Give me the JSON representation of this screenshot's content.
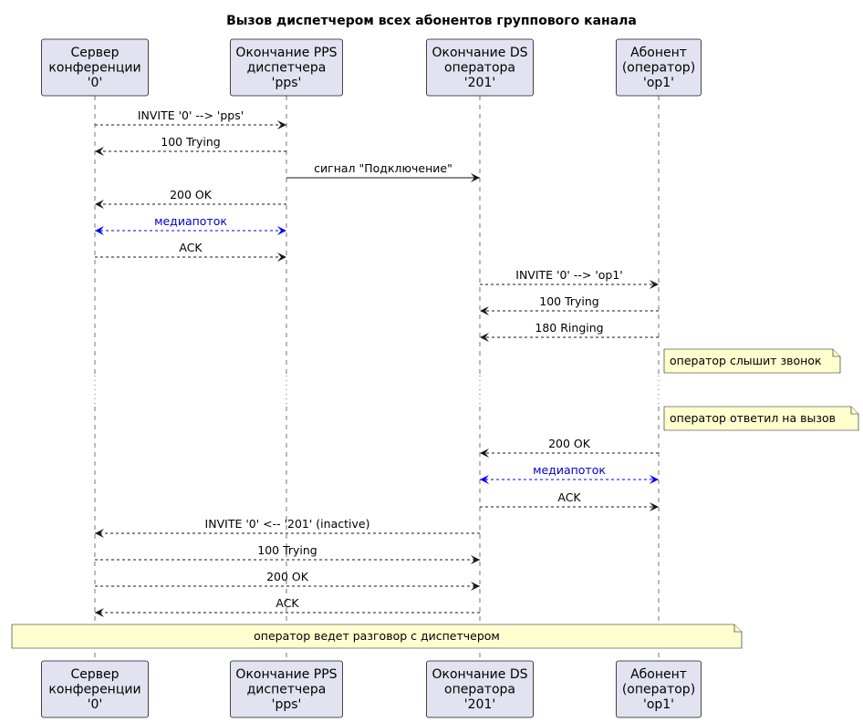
{
  "title": "Вызов диспетчером всех абонентов группового канала",
  "participants": [
    {
      "id": "srv",
      "lines": [
        "Сервер",
        "конференции",
        "'0'"
      ]
    },
    {
      "id": "pps",
      "lines": [
        "Окончание PPS",
        "диспетчера",
        "'pps'"
      ]
    },
    {
      "id": "ds",
      "lines": [
        "Окончание DS",
        "оператора",
        "'201'"
      ]
    },
    {
      "id": "op1",
      "lines": [
        "Абонент",
        "(оператор)",
        "'op1'"
      ]
    }
  ],
  "colors": {
    "participant_fill": "#e2e2f0",
    "note_fill": "#fefece",
    "media_stream": "#0000ff",
    "line": "#181818"
  },
  "steps": [
    {
      "kind": "msg",
      "from": "srv",
      "to": "pps",
      "label": "INVITE '0' --> 'pps'",
      "style": "dashed"
    },
    {
      "kind": "msg",
      "from": "pps",
      "to": "srv",
      "label": "100 Trying",
      "style": "dashed"
    },
    {
      "kind": "msg",
      "from": "pps",
      "to": "ds",
      "label": "сигнал \"Подключение\"",
      "style": "solid"
    },
    {
      "kind": "msg",
      "from": "pps",
      "to": "srv",
      "label": "200 OK",
      "style": "dashed"
    },
    {
      "kind": "msg",
      "from": "srv",
      "to": "pps",
      "label": "медиапоток",
      "style": "dashed",
      "color": "blue",
      "bidir": true
    },
    {
      "kind": "msg",
      "from": "srv",
      "to": "pps",
      "label": "ACK",
      "style": "dashed"
    },
    {
      "kind": "msg",
      "from": "ds",
      "to": "op1",
      "label": "INVITE '0' --> 'op1'",
      "style": "dashed"
    },
    {
      "kind": "msg",
      "from": "op1",
      "to": "ds",
      "label": "100 Trying",
      "style": "dashed"
    },
    {
      "kind": "msg",
      "from": "op1",
      "to": "ds",
      "label": "180 Ringing",
      "style": "dashed"
    },
    {
      "kind": "note",
      "over": "op1",
      "label": "оператор слышит звонок"
    },
    {
      "kind": "delay"
    },
    {
      "kind": "note",
      "over": "op1",
      "label": "оператор ответил на вызов"
    },
    {
      "kind": "msg",
      "from": "op1",
      "to": "ds",
      "label": "200 OK",
      "style": "dashed"
    },
    {
      "kind": "msg",
      "from": "ds",
      "to": "op1",
      "label": "медиапоток",
      "style": "dashed",
      "color": "blue",
      "bidir": true
    },
    {
      "kind": "msg",
      "from": "ds",
      "to": "op1",
      "label": "ACK",
      "style": "dashed"
    },
    {
      "kind": "msg",
      "from": "ds",
      "to": "srv",
      "label": "INVITE '0' <-- '201' (inactive)",
      "style": "dashed"
    },
    {
      "kind": "msg",
      "from": "srv",
      "to": "ds",
      "label": "100 Trying",
      "style": "dashed"
    },
    {
      "kind": "msg",
      "from": "srv",
      "to": "ds",
      "label": "200 OK",
      "style": "dashed"
    },
    {
      "kind": "msg",
      "from": "ds",
      "to": "srv",
      "label": "ACK",
      "style": "dashed"
    },
    {
      "kind": "note",
      "over": "srv,ds",
      "label": "оператор ведет разговор с диспетчером"
    }
  ]
}
